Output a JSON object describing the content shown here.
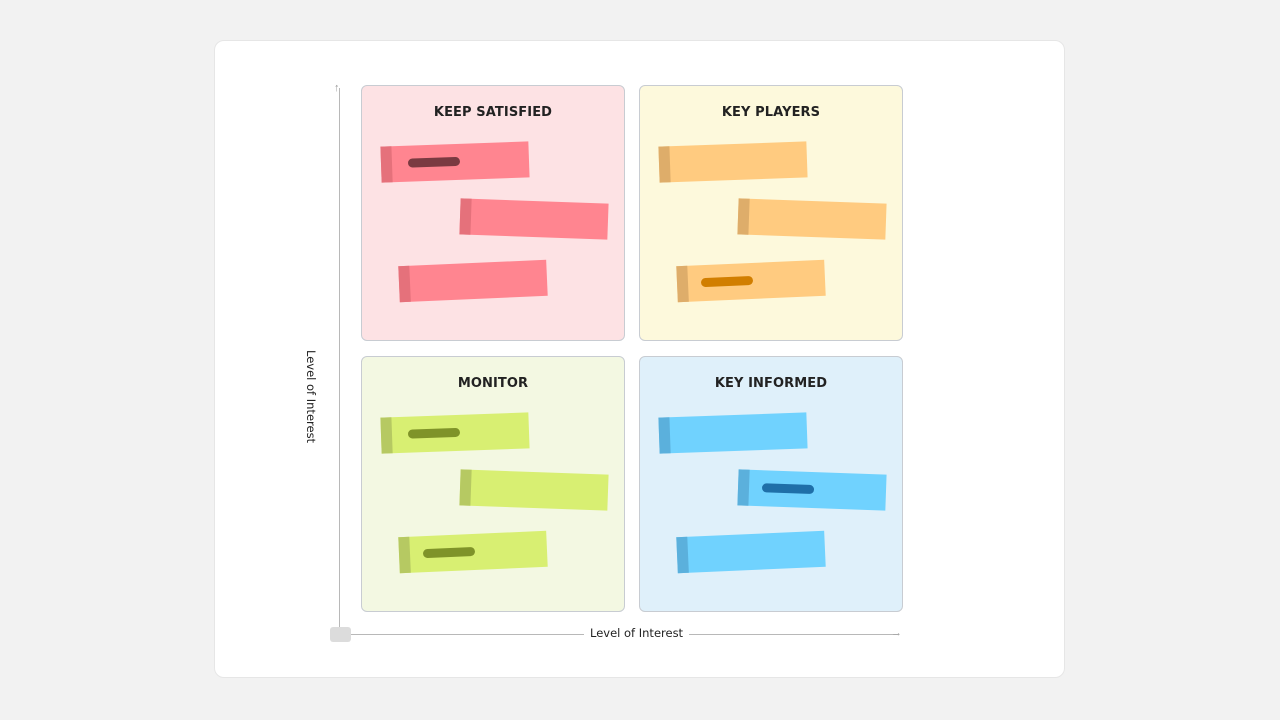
{
  "diagram": {
    "type": "stakeholder-matrix",
    "x_axis_label": "Level of Interest",
    "y_axis_label": "Level of Interest",
    "quadrants": [
      {
        "id": "keep-satisfied",
        "title": "KEEP SATISFIED",
        "position": "top-left",
        "bg": "#fde2e4",
        "note_color": "#ff8590",
        "tab_color": "#e5717b",
        "line_color": "#7a3a41",
        "notes": [
          {
            "has_line": true
          },
          {
            "has_line": false
          },
          {
            "has_line": false
          }
        ]
      },
      {
        "id": "key-players",
        "title": "KEY PLAYERS",
        "position": "top-right",
        "bg": "#fdf9dc",
        "note_color": "#ffcb80",
        "tab_color": "#dead6a",
        "line_color": "#d17e00",
        "notes": [
          {
            "has_line": false
          },
          {
            "has_line": false
          },
          {
            "has_line": true
          }
        ]
      },
      {
        "id": "monitor",
        "title": "MONITOR",
        "position": "bottom-left",
        "bg": "#f3f8e2",
        "note_color": "#d8ef72",
        "tab_color": "#b6c962",
        "line_color": "#7f9329",
        "notes": [
          {
            "has_line": true
          },
          {
            "has_line": false
          },
          {
            "has_line": true
          }
        ]
      },
      {
        "id": "key-informed",
        "title": "KEY INFORMED",
        "position": "bottom-right",
        "bg": "#dff0fa",
        "note_color": "#70d2fe",
        "tab_color": "#5bb0dc",
        "line_color": "#1f6fa8",
        "notes": [
          {
            "has_line": false
          },
          {
            "has_line": true
          },
          {
            "has_line": false
          }
        ]
      }
    ]
  }
}
